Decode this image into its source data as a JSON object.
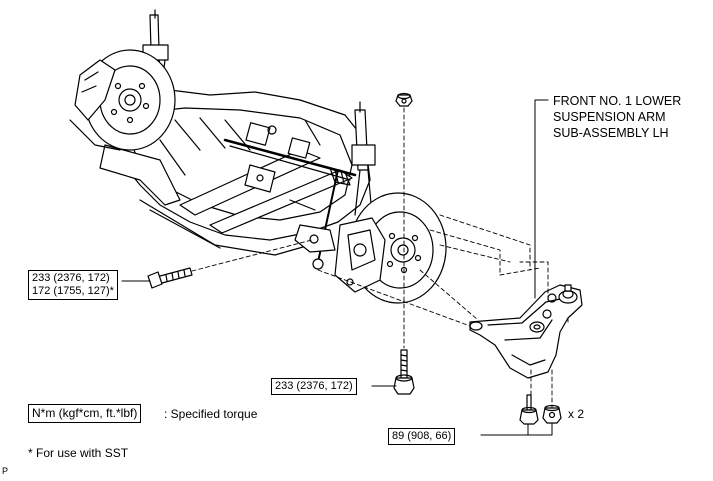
{
  "part_label": {
    "line1": "FRONT NO. 1 LOWER",
    "line2": "SUSPENSION ARM",
    "line3": "SUB-ASSEMBLY LH"
  },
  "torque_callouts": {
    "left_bolt": {
      "line1": "233 (2376, 172)",
      "line2": "172 (1755, 127)*"
    },
    "lower_bolt": "233 (2376, 172)",
    "nut_bolt": "89 (908, 66)"
  },
  "quantity": "x 2",
  "legend": {
    "units_box": "N*m (kgf*cm, ft.*lbf)",
    "units_desc": ": Specified torque",
    "sst_note": "* For use with SST"
  },
  "figure_marker": "P"
}
